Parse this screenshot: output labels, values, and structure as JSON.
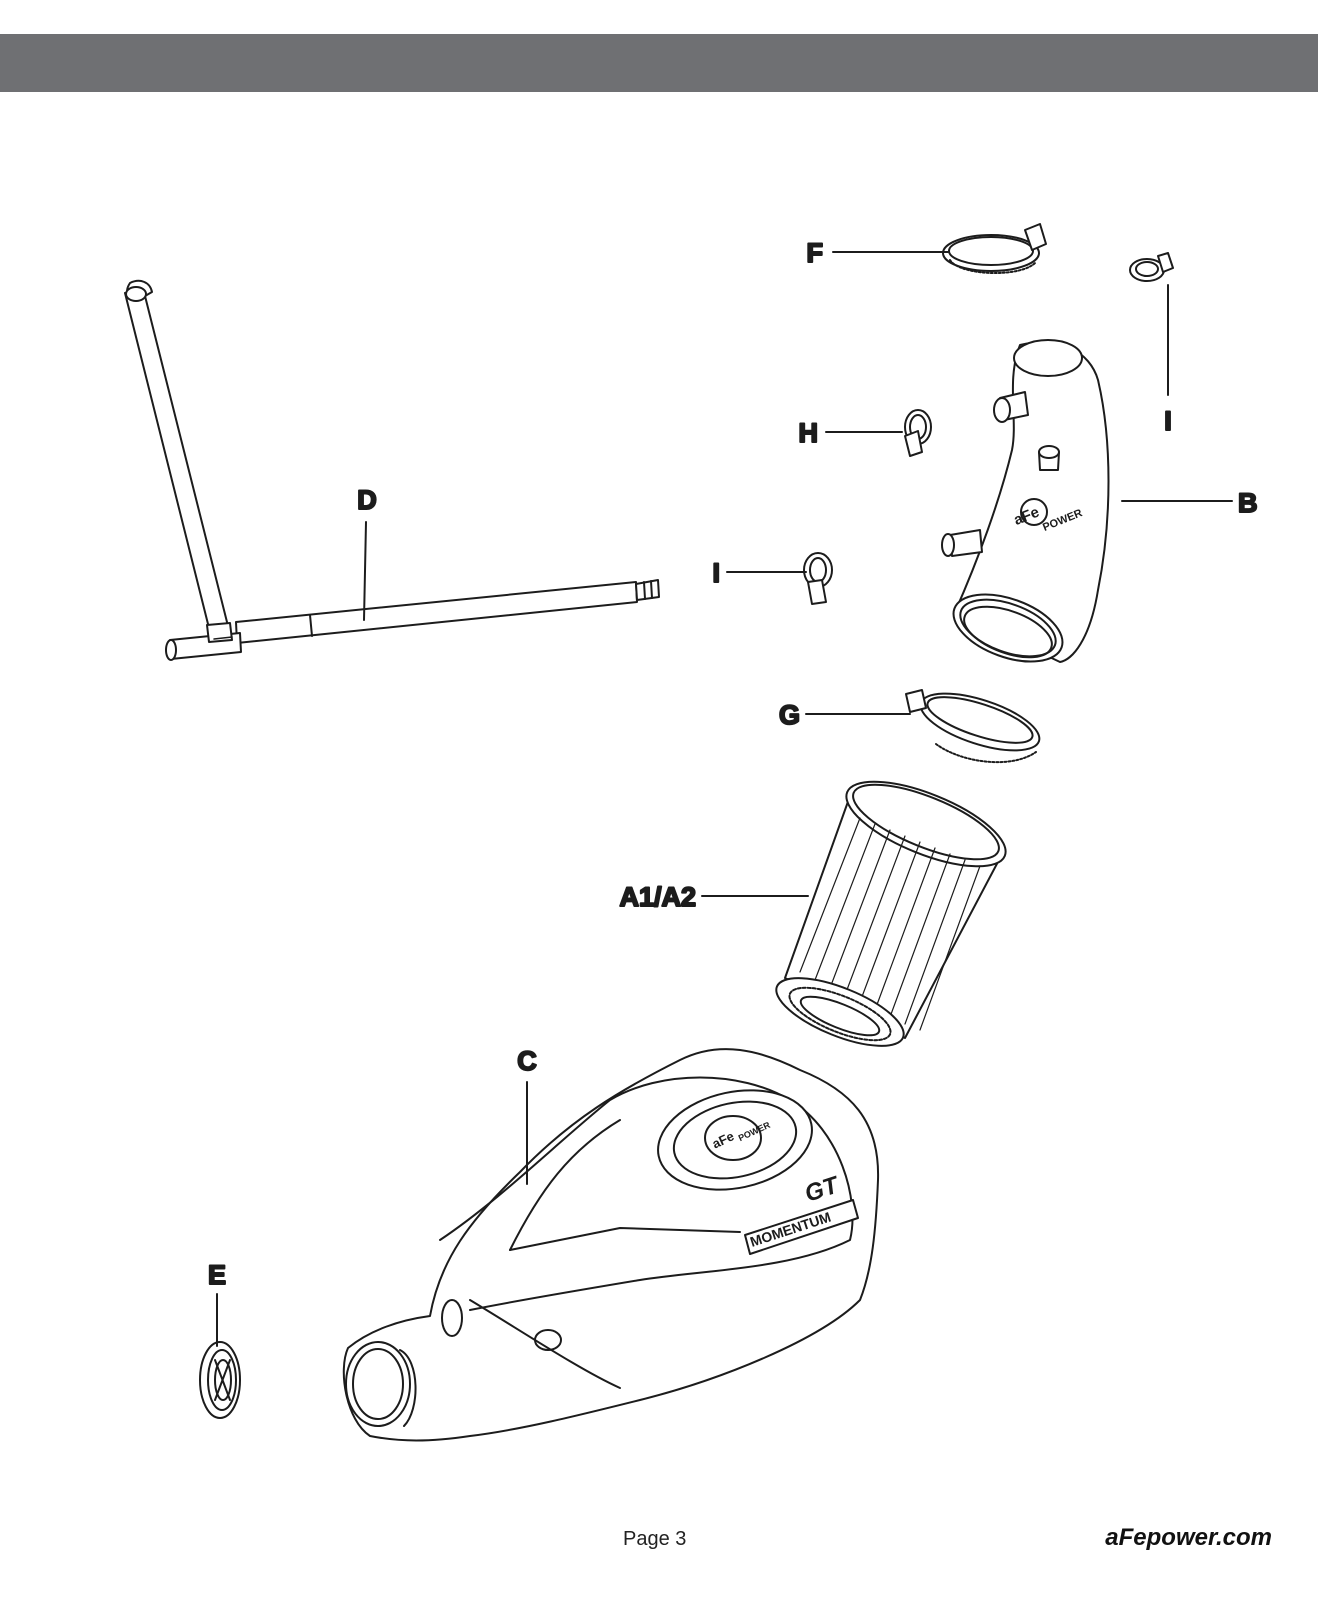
{
  "header": {
    "band_color": "#6f7073"
  },
  "callouts": {
    "a": "A1/A2",
    "b": "B",
    "c": "C",
    "d": "D",
    "e": "E",
    "f": "F",
    "g": "G",
    "h": "H",
    "i1": "I",
    "i2": "I"
  },
  "logos": {
    "brand": "aFe",
    "brand_sub": "POWER",
    "airbox_badge_top": "GT",
    "airbox_badge": "MOMENTUM"
  },
  "footer": {
    "page": "Page 3",
    "site": "aFepower.com"
  }
}
